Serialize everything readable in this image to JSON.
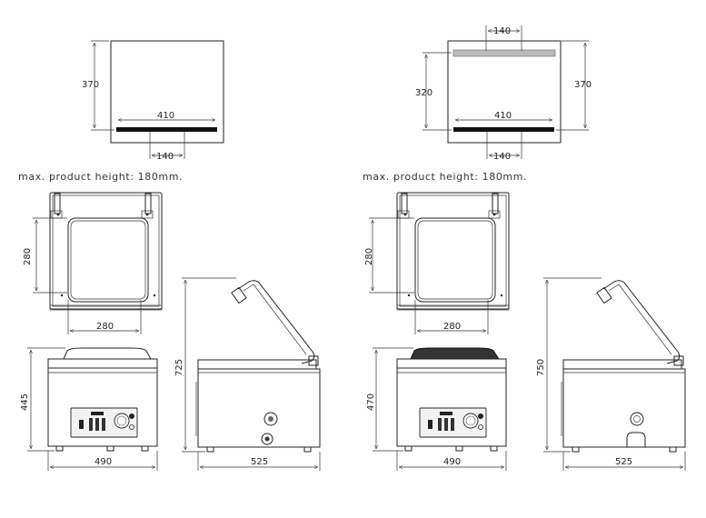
{
  "left": {
    "top_view": {
      "height_label": "370",
      "width_label": "410",
      "spacing_label": "140"
    },
    "note": "max. product height: 180mm.",
    "plan_view": {
      "height_label": "280",
      "width_label": "280"
    },
    "front_view": {
      "height_label": "445",
      "width_label": "490"
    },
    "side_view": {
      "height_label": "725",
      "width_label": "525"
    }
  },
  "right": {
    "top_view": {
      "top_spacing_label": "140",
      "inner_height_label": "320",
      "height_label": "370",
      "width_label": "410",
      "spacing_label": "140"
    },
    "note": "max. product height: 180mm.",
    "plan_view": {
      "height_label": "280",
      "width_label": "280"
    },
    "front_view": {
      "height_label": "470",
      "width_label": "490"
    },
    "side_view": {
      "height_label": "750",
      "width_label": "525"
    }
  }
}
